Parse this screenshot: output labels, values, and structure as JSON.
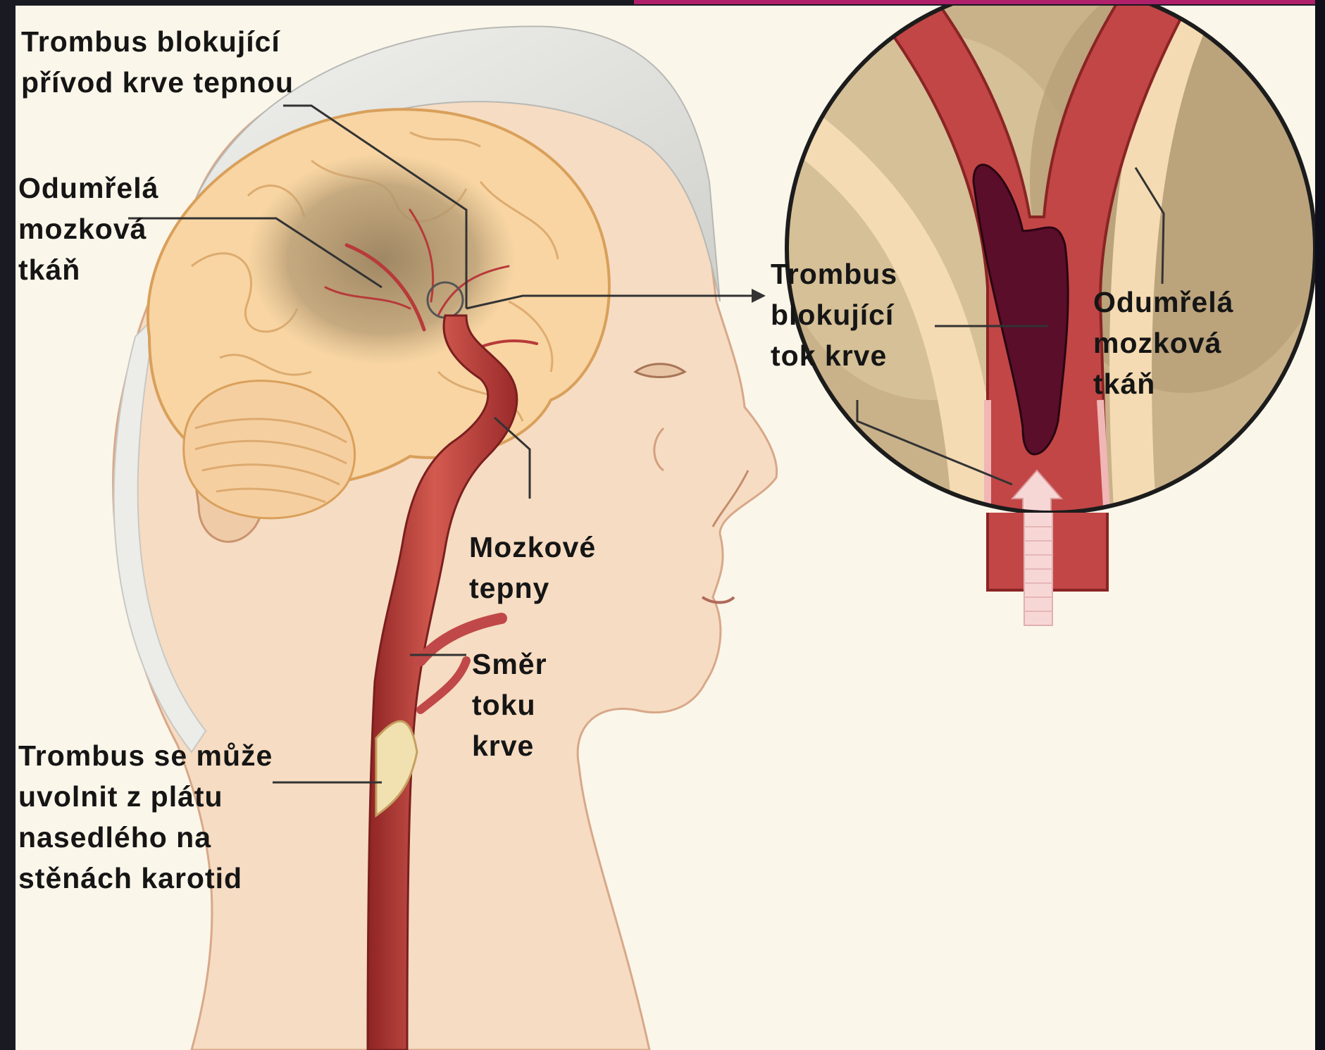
{
  "labels": {
    "thrombus_supply": "Trombus blokující\npřívod krve tepnou",
    "dead_tissue_left": "Odumřelá\nmozková\ntkáň",
    "thrombus_flow": "Trombus\nblokující\ntok krve",
    "dead_tissue_right": "Odumřelá\nmozková\ntkáň",
    "cerebral_arteries": "Mozkové\ntepny",
    "flow_direction": "Směr\ntoku\nkrve",
    "thrombus_carotid": "Trombus se může\nuvolnit z plátu\nnasedlého na\nstěnách karotid"
  },
  "colors": {
    "background": "#fbf6ea",
    "skin": "#f6dcc2",
    "brain": "#f8d5a3",
    "artery": "#b83a3a",
    "thrombus": "#5a0e2a",
    "dead_tissue": "#a8906a",
    "hair": "#dcdcd8"
  }
}
